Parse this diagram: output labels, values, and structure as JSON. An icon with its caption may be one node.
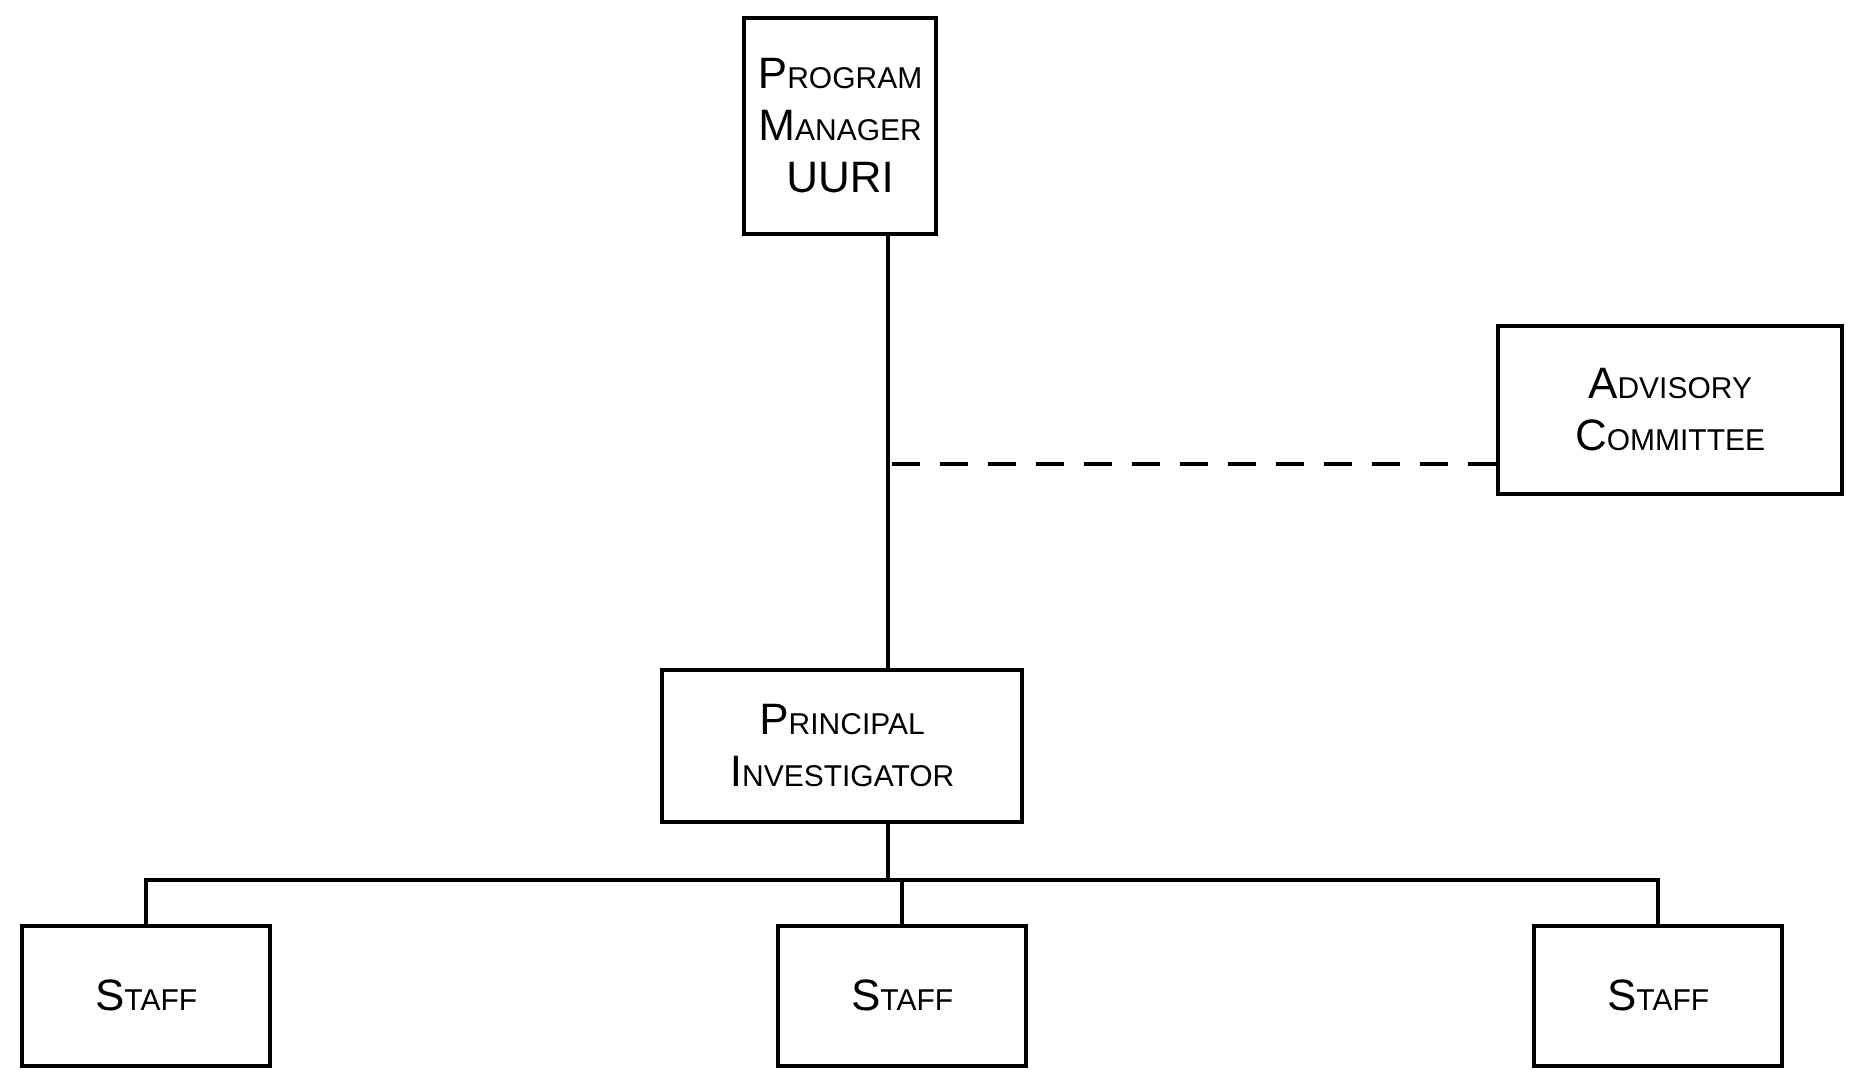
{
  "diagram": {
    "nodes": [
      {
        "text": [
          "Program Manager UURI"
        ]
      },
      {
        "text": [
          "Advisory Committee"
        ]
      },
      {
        "text": [
          "Principal Investigator"
        ]
      },
      {
        "text": [
          "Staff"
        ]
      },
      {
        "text": [
          "Staff"
        ]
      },
      {
        "text": [
          "Staff"
        ]
      }
    ],
    "edges": [
      {
        "from": 2,
        "to": 0,
        "arrow": "none"
      },
      {
        "from": 1,
        "to": 0,
        "arrow": "none",
        "style": "dashed"
      },
      {
        "from": 2,
        "to": 3,
        "arrow": "none"
      },
      {
        "from": 2,
        "to": 4,
        "arrow": "none"
      },
      {
        "from": 2,
        "to": 5,
        "arrow": "none"
      }
    ]
  }
}
